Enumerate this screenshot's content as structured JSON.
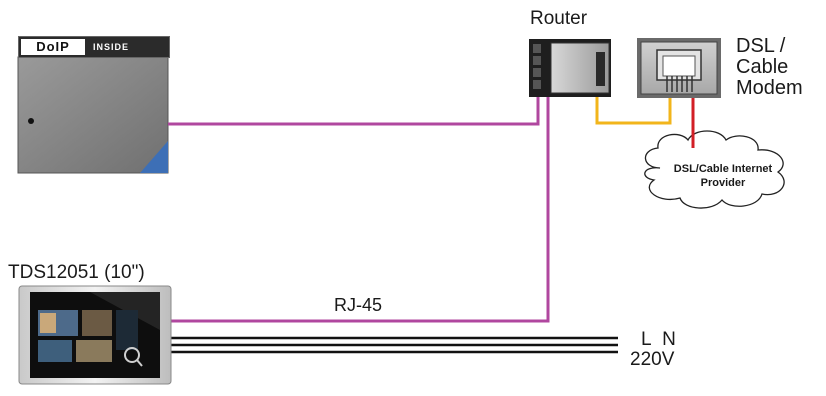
{
  "labels": {
    "router": "Router",
    "modem": "DSL / Cable Modem",
    "provider": "DSL/Cable Internet Provider",
    "panel": "TDS12051 (10\")",
    "cable": "RJ-45",
    "power_ln": "L N",
    "power_voltage": "220V"
  },
  "brand": {
    "main": "DoIP",
    "sub": "INSIDE"
  },
  "colors": {
    "ethernet_cable": "#b0479f",
    "modem_link": "#f2b51b",
    "internet_link": "#d21f26",
    "power_cable": "#111111",
    "device_body": "#8a8a8a",
    "device_corner": "#3d6fb6"
  }
}
